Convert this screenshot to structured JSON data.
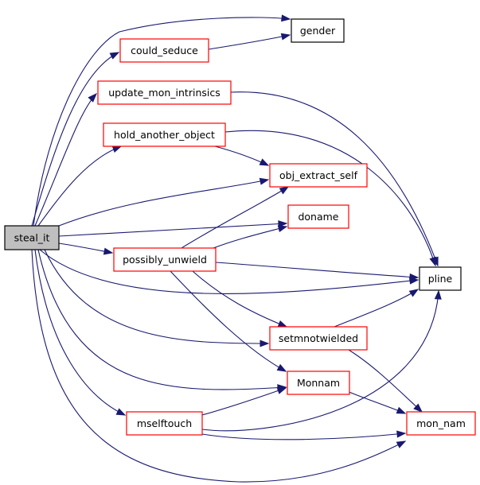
{
  "graph": {
    "title": "",
    "colors": {
      "edge": "#191970",
      "node_border_default": "#ff0000",
      "node_border_leaf": "#000000",
      "root_fill": "#bfbfbf",
      "node_fill": "#ffffff"
    },
    "nodes": [
      {
        "id": "steal_it",
        "label": "steal_it",
        "kind": "root"
      },
      {
        "id": "gender",
        "label": "gender",
        "kind": "leaf"
      },
      {
        "id": "could_seduce",
        "label": "could_seduce",
        "kind": "documented"
      },
      {
        "id": "update_mon_intrinsics",
        "label": "update_mon_intrinsics",
        "kind": "documented"
      },
      {
        "id": "hold_another_object",
        "label": "hold_another_object",
        "kind": "documented"
      },
      {
        "id": "obj_extract_self",
        "label": "obj_extract_self",
        "kind": "documented"
      },
      {
        "id": "doname",
        "label": "doname",
        "kind": "documented"
      },
      {
        "id": "possibly_unwield",
        "label": "possibly_unwield",
        "kind": "documented"
      },
      {
        "id": "pline",
        "label": "pline",
        "kind": "leaf"
      },
      {
        "id": "setmnotwielded",
        "label": "setmnotwielded",
        "kind": "documented"
      },
      {
        "id": "Monnam",
        "label": "Monnam",
        "kind": "documented"
      },
      {
        "id": "mselftouch",
        "label": "mselftouch",
        "kind": "documented"
      },
      {
        "id": "mon_nam",
        "label": "mon_nam",
        "kind": "documented"
      }
    ],
    "edges": [
      {
        "from": "steal_it",
        "to": "gender"
      },
      {
        "from": "steal_it",
        "to": "could_seduce"
      },
      {
        "from": "steal_it",
        "to": "update_mon_intrinsics"
      },
      {
        "from": "steal_it",
        "to": "hold_another_object"
      },
      {
        "from": "steal_it",
        "to": "obj_extract_self"
      },
      {
        "from": "steal_it",
        "to": "doname"
      },
      {
        "from": "steal_it",
        "to": "possibly_unwield"
      },
      {
        "from": "steal_it",
        "to": "pline"
      },
      {
        "from": "steal_it",
        "to": "setmnotwielded"
      },
      {
        "from": "steal_it",
        "to": "Monnam"
      },
      {
        "from": "steal_it",
        "to": "mselftouch"
      },
      {
        "from": "steal_it",
        "to": "mon_nam"
      },
      {
        "from": "could_seduce",
        "to": "gender"
      },
      {
        "from": "update_mon_intrinsics",
        "to": "pline"
      },
      {
        "from": "hold_another_object",
        "to": "obj_extract_self"
      },
      {
        "from": "hold_another_object",
        "to": "pline"
      },
      {
        "from": "possibly_unwield",
        "to": "obj_extract_self"
      },
      {
        "from": "possibly_unwield",
        "to": "doname"
      },
      {
        "from": "possibly_unwield",
        "to": "pline"
      },
      {
        "from": "possibly_unwield",
        "to": "setmnotwielded"
      },
      {
        "from": "possibly_unwield",
        "to": "Monnam"
      },
      {
        "from": "setmnotwielded",
        "to": "pline"
      },
      {
        "from": "setmnotwielded",
        "to": "mon_nam"
      },
      {
        "from": "Monnam",
        "to": "mon_nam"
      },
      {
        "from": "mselftouch",
        "to": "Monnam"
      },
      {
        "from": "mselftouch",
        "to": "pline"
      },
      {
        "from": "mselftouch",
        "to": "mon_nam"
      }
    ]
  }
}
